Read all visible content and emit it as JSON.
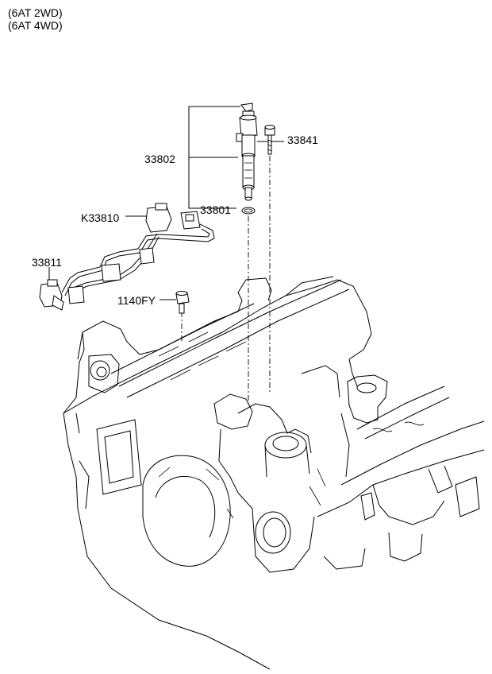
{
  "variants": [
    "(6AT 2WD)",
    "(6AT 4WD)"
  ],
  "parts": {
    "injector": "33802",
    "bolt": "33841",
    "o_ring": "33801",
    "wiring_harness": "K33810",
    "connector": "33811",
    "mount_bolt": "1140FY"
  }
}
